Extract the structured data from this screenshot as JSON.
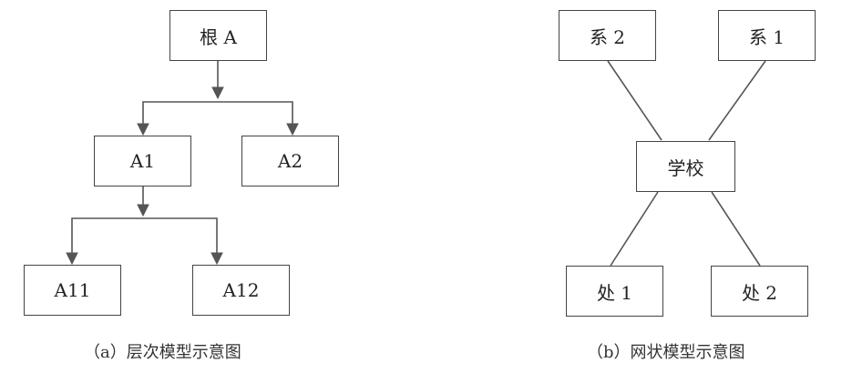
{
  "hierarchical": {
    "nodes": {
      "root": "根 A",
      "a1": "A1",
      "a2": "A2",
      "a11": "A11",
      "a12": "A12"
    },
    "caption": "（a）层次模型示意图"
  },
  "network": {
    "nodes": {
      "dept2": "系 2",
      "dept1": "系 1",
      "school": "学校",
      "office1": "处 1",
      "office2": "处 2"
    },
    "caption": "（b）网状模型示意图"
  }
}
